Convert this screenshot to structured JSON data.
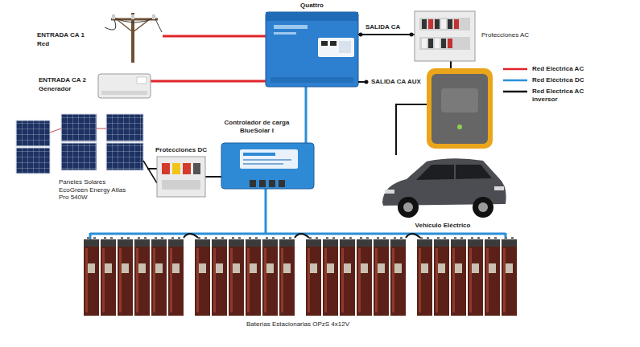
{
  "diagram": {
    "nodes": [
      {
        "text": [
          "ENTRADA CA 1",
          "Red"
        ]
      },
      {
        "text": [
          "ENTRADA CA 2",
          "Generador"
        ]
      },
      {
        "text": [
          "Quattro"
        ]
      },
      {
        "text": [
          "Protecciones AC"
        ]
      },
      {
        "text": [
          "Controlador de carga BlueSolar I"
        ]
      },
      {
        "text": [
          "Paneles Solares EcoGreen Energy Atlas Pro 540W"
        ]
      },
      {
        "text": [
          "Protecciones DC"
        ]
      },
      {
        "text": [
          "Vehículo Eléctrico"
        ]
      },
      {
        "text": [
          "Baterías Estacionarias OPzS 4x12V"
        ]
      }
    ],
    "edges": [
      {
        "from": 0,
        "to": 2,
        "arrow": "none"
      },
      {
        "from": 1,
        "to": 2,
        "arrow": "none"
      },
      {
        "from": 2,
        "to": 3,
        "label": "SALIDA CA",
        "arrow": "none"
      },
      {
        "from": 2,
        "to": 4,
        "arrow": "none"
      },
      {
        "from": 5,
        "to": 6,
        "arrow": "none"
      },
      {
        "from": 6,
        "to": 4,
        "arrow": "none"
      },
      {
        "from": 3,
        "to": 7,
        "arrow": "none"
      },
      {
        "from": 4,
        "to": 8,
        "arrow": "none"
      }
    ],
    "labels": [
      "SALIDA CA AUX"
    ],
    "legend": [
      {
        "text": "Red Electrica AC"
      },
      {
        "text": "Red Eléctrica DC"
      },
      {
        "text": "Red Electrica AC inversor"
      }
    ]
  }
}
